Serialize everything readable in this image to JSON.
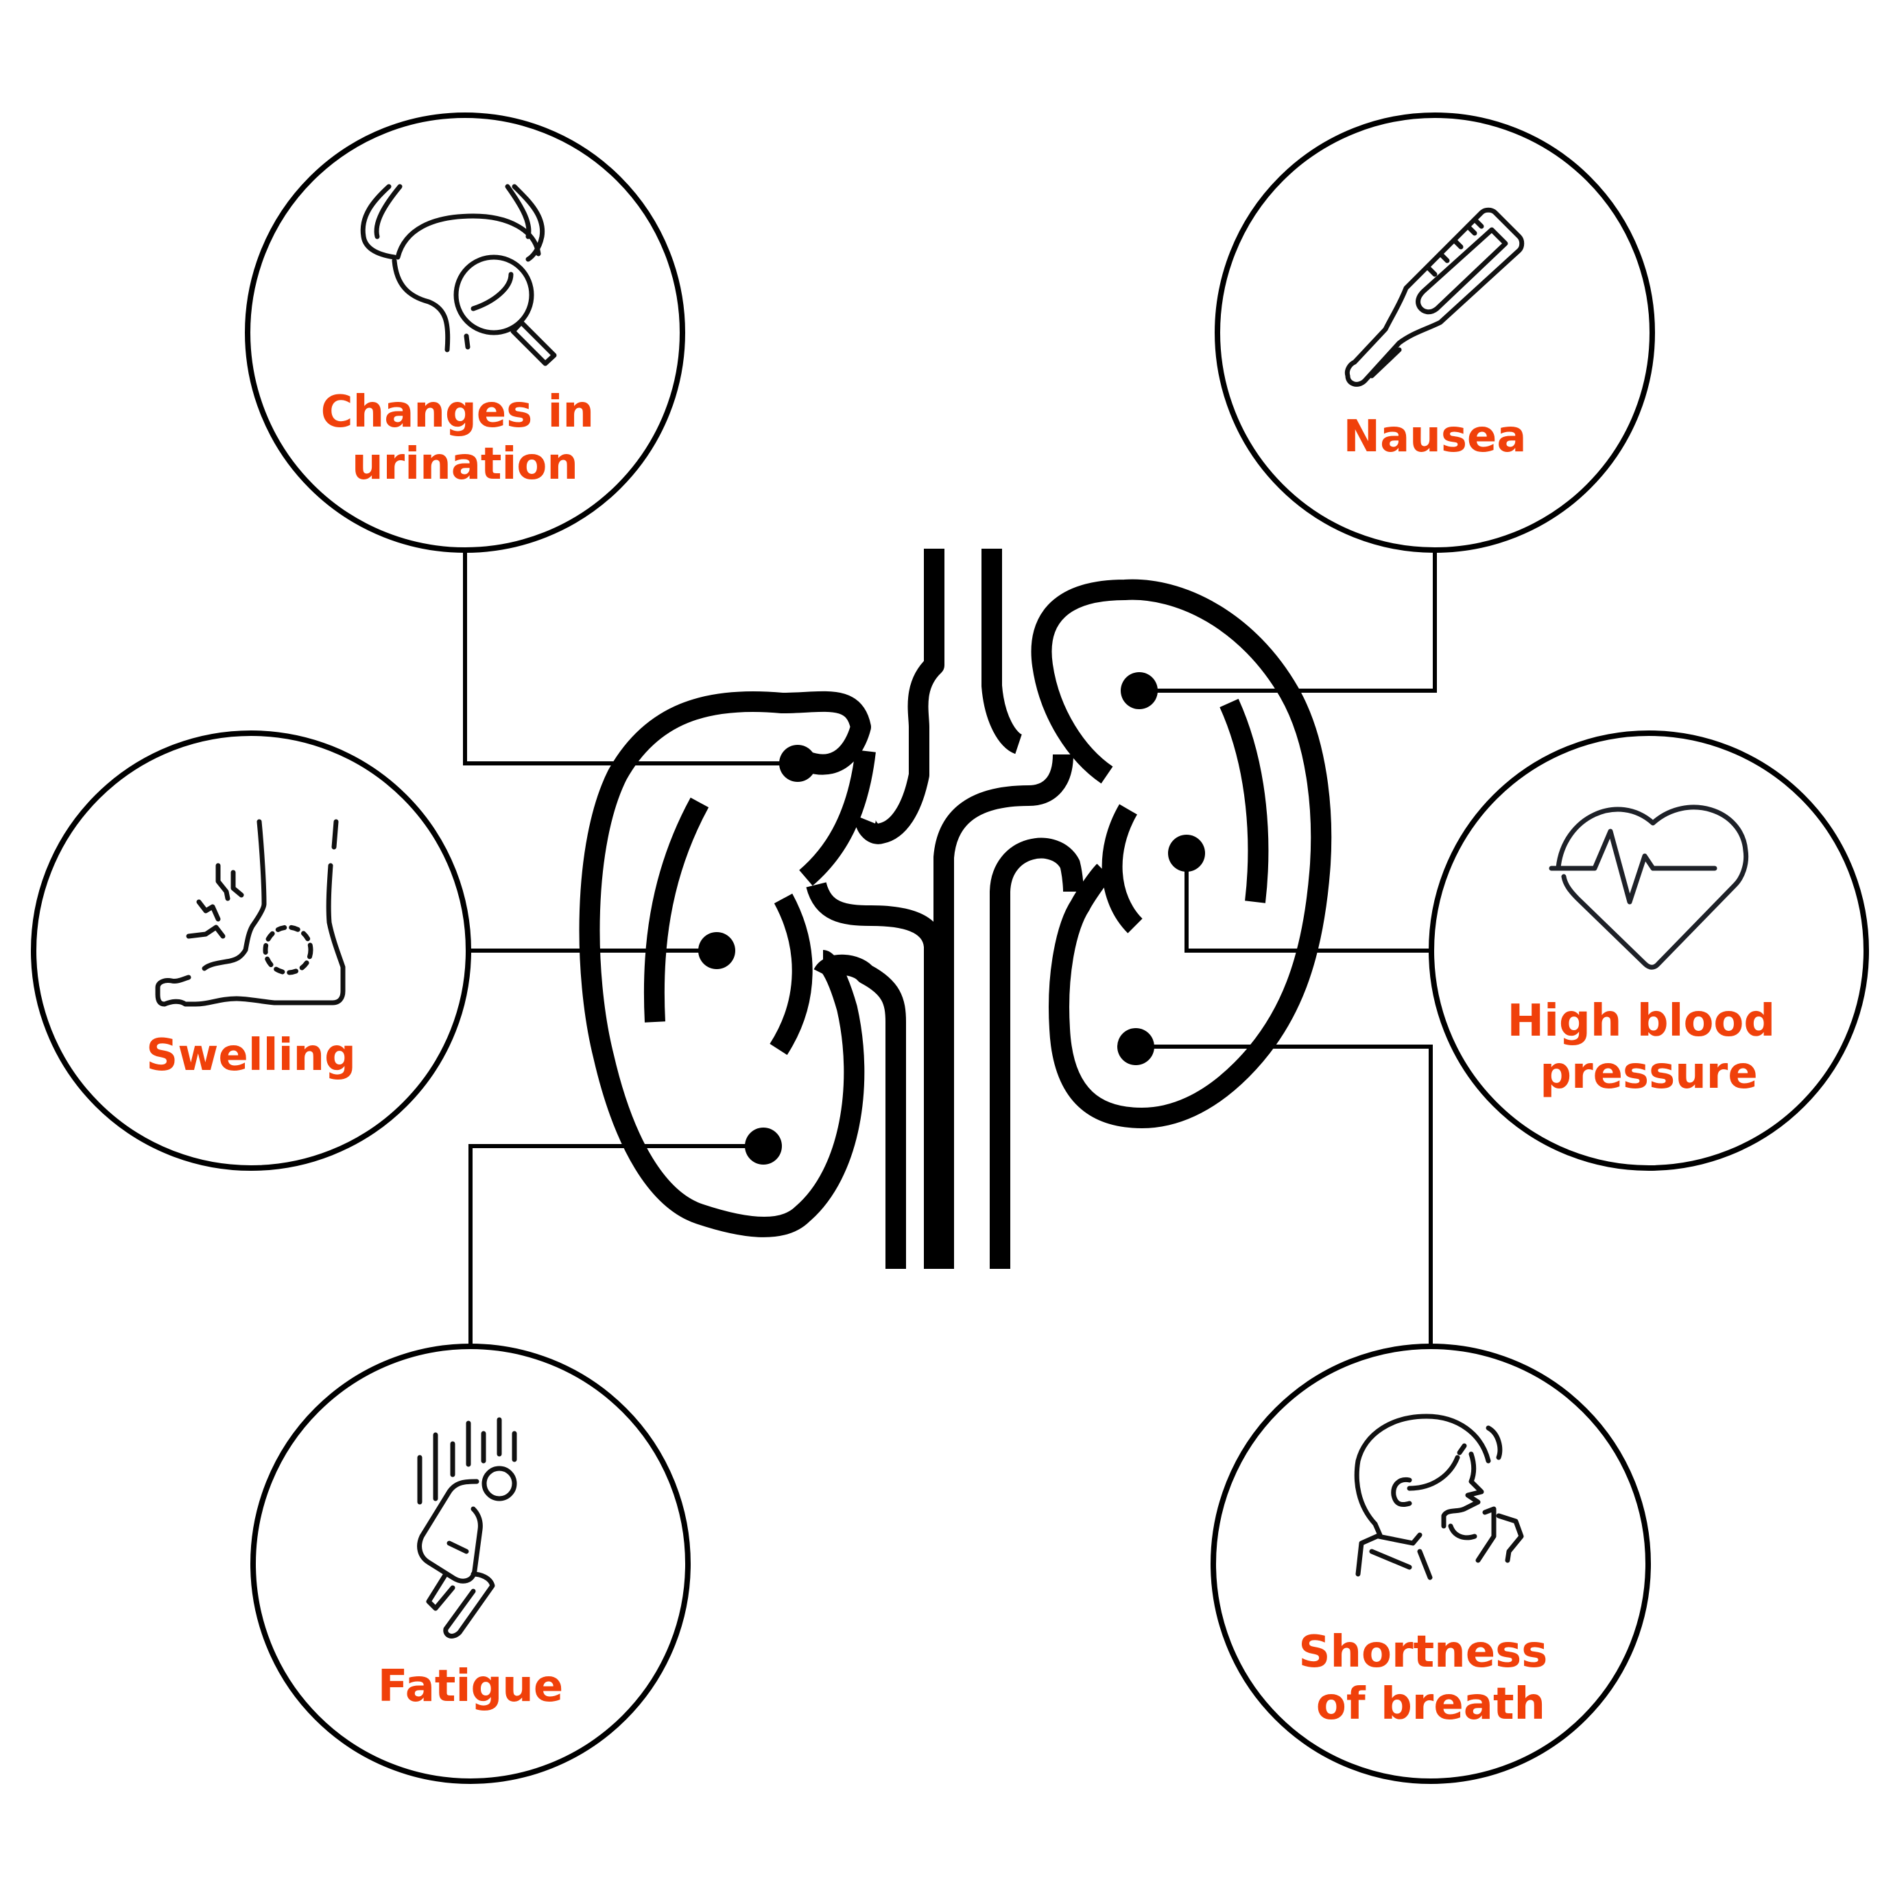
{
  "colors": {
    "label": "#f0400a",
    "line": "#000000",
    "icon": "#111111"
  },
  "symptoms": [
    {
      "id": "urination",
      "icon": "bladder-magnifier-icon",
      "lines": [
        "Changes in",
        "urination"
      ]
    },
    {
      "id": "nausea",
      "icon": "thermometer-icon",
      "lines": [
        "Nausea"
      ]
    },
    {
      "id": "swelling",
      "icon": "swollen-foot-icon",
      "lines": [
        "Swelling"
      ]
    },
    {
      "id": "blood-pressure",
      "icon": "heart-pulse-icon",
      "lines": [
        "High blood",
        "pressure"
      ]
    },
    {
      "id": "fatigue",
      "icon": "tired-person-icon",
      "lines": [
        "Fatigue"
      ]
    },
    {
      "id": "breath",
      "icon": "breathless-person-icon",
      "lines": [
        "Shortness",
        "of breath"
      ]
    }
  ]
}
